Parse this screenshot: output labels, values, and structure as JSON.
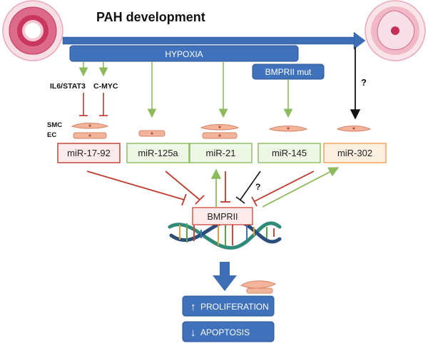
{
  "title": "PAH development",
  "hypoxia_label": "HYPOXIA",
  "bmprii_mut_label": "BMPRII mut",
  "question_mark": "?",
  "pathways": {
    "il6_stat3": "IL6/STAT3",
    "c_myc": "C-MYC"
  },
  "cell_labels": {
    "smc": "SMC",
    "ec": "EC"
  },
  "mirnas": [
    {
      "label": "miR-17-92",
      "border": "#c0392b",
      "fill": "#fdeaea"
    },
    {
      "label": "miR-125a",
      "border": "#8cba5c",
      "fill": "#eef6e6"
    },
    {
      "label": "miR-21",
      "border": "#8cba5c",
      "fill": "#eef6e6"
    },
    {
      "label": "miR-145",
      "border": "#8cba5c",
      "fill": "#eef6e6"
    },
    {
      "label": "miR-302",
      "border": "#f0a050",
      "fill": "#fdf0e0"
    }
  ],
  "target_label": "BMPRII",
  "outcomes": [
    {
      "arrow": "↑",
      "label": "PROLIFERATION"
    },
    {
      "arrow": "↓",
      "label": "APOPTOSIS"
    }
  ],
  "colors": {
    "blue_arrow": "#3d6db5",
    "blue_box": "#3f72bb",
    "green": "#8cba5c",
    "red": "#c0392b",
    "black": "#111111",
    "cell_fill": "#f2b59b",
    "cell_stroke": "#d98469"
  }
}
